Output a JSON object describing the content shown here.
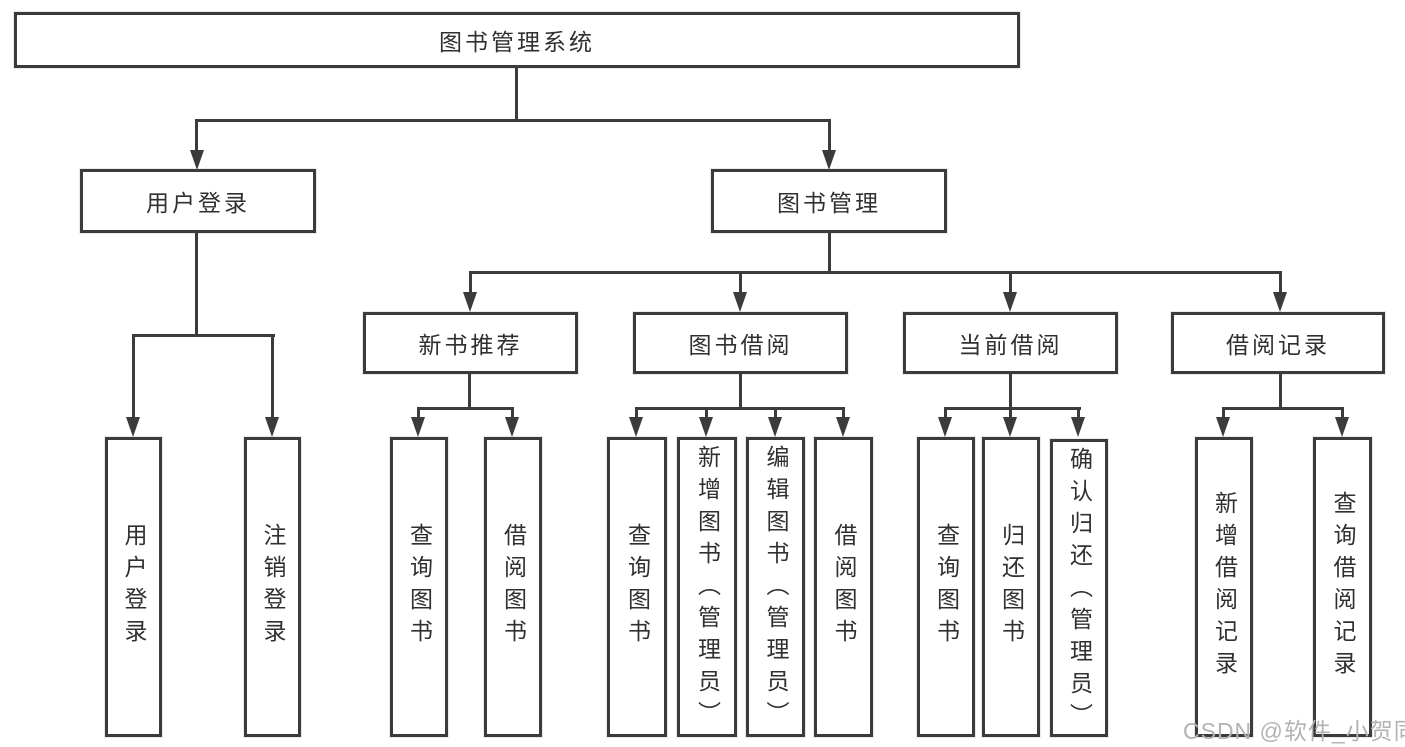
{
  "diagram": {
    "title": "图书管理系统",
    "level2": [
      "用户登录",
      "图书管理"
    ],
    "level3": [
      "新书推荐",
      "图书借阅",
      "当前借阅",
      "借阅记录"
    ],
    "leaves": {
      "user_login": [
        "用户登录",
        "注销登录"
      ],
      "new_book_recommend": [
        "查询图书",
        "借阅图书"
      ],
      "book_borrow": [
        "查询图书",
        "新增图书（管理员）",
        "编辑图书（管理员）",
        "借阅图书"
      ],
      "current_borrow": [
        "查询图书",
        "归还图书",
        "确认归还（管理员）"
      ],
      "borrow_records": [
        "新增借阅记录",
        "查询借阅记录"
      ]
    },
    "colors": {
      "line": "#3b3b3b",
      "text": "#303030",
      "watermark": "#b3b3b3"
    },
    "watermark": "CSDN @软件_小贺同学"
  }
}
